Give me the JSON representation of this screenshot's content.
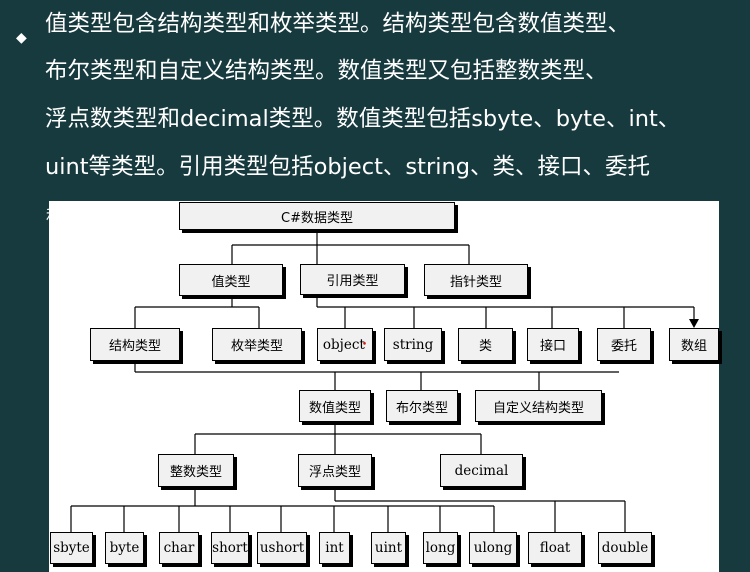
{
  "bullet": "◆",
  "paragraph_lines": [
    "值类型包含结构类型和枚举类型。结构类型包含数值类型、",
    "布尔类型和自定义结构类型。数值类型又包括整数类型、",
    "浮点数类型和decimal类型。数值类型包括sbyte、byte、int、",
    "uint等类型。引用类型包括object、string、类、接口、委托",
    "和"
  ],
  "diagram": {
    "root": "C#数据类型",
    "level1": [
      "值类型",
      "引用类型",
      "指针类型"
    ],
    "value_children": [
      "结构类型",
      "枚举类型"
    ],
    "reference_children": [
      "object",
      "string",
      "类",
      "接口",
      "委托",
      "数组"
    ],
    "struct_children": [
      "数值类型",
      "布尔类型",
      "自定义结构类型"
    ],
    "numeric_children": [
      "整数类型",
      "浮点类型",
      "decimal"
    ],
    "integer_children": [
      "sbyte",
      "byte",
      "char",
      "short",
      "ushort",
      "int",
      "uint",
      "long",
      "ulong"
    ],
    "float_children": [
      "float",
      "double"
    ]
  }
}
